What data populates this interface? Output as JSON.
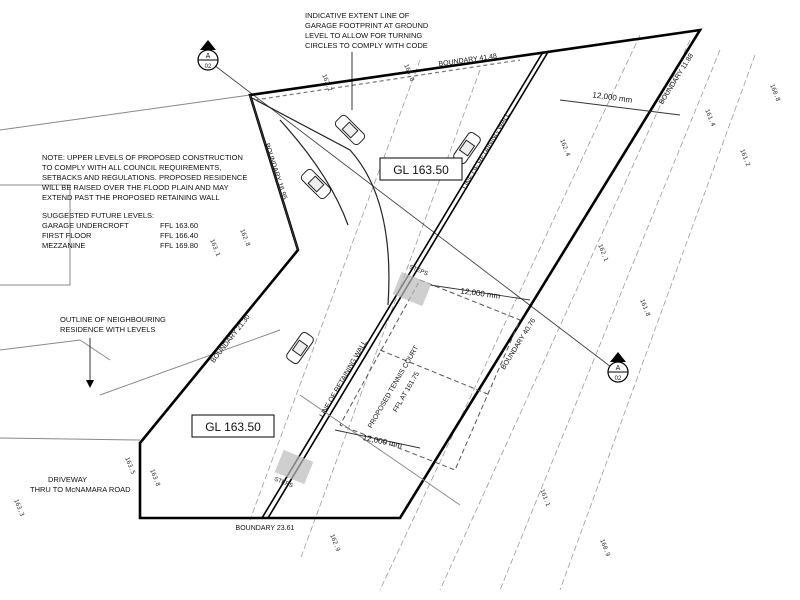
{
  "notes": {
    "extent": [
      "INDICATIVE EXTENT LINE OF",
      "GARAGE FOOTPRINT AT GROUND",
      "LEVEL TO ALLOW FOR TURNING",
      "CIRCLES TO COMPLY WITH CODE"
    ],
    "main": [
      "NOTE: UPPER LEVELS OF PROPOSED CONSTRUCTION",
      "TO COMPLY WITH ALL COUNCIL REQUIREMENTS,",
      "SETBACKS AND REGULATIONS.  PROPOSED RESIDENCE",
      "WILL BE RAISED OVER THE FLOOD PLAIN AND MAY",
      "EXTEND PAST THE PROPOSED RETAINING WALL"
    ],
    "levels_title": "SUGGESTED FUTURE LEVELS:",
    "levels": [
      {
        "name": "GARAGE UNDERCROFT",
        "value": "FFL 163.60"
      },
      {
        "name": "FIRST FLOOR",
        "value": "FFL 166.40"
      },
      {
        "name": "MEZZANINE",
        "value": "FFL 169.80"
      }
    ],
    "neighbour": [
      "OUTLINE OF NEIGHBOURING",
      "RESIDENCE WITH LEVELS"
    ],
    "driveway": [
      "DRIVEWAY",
      "THRU TO McNAMARA ROAD"
    ]
  },
  "boundaries": {
    "top": "BOUNDARY 41.48",
    "right_top": "BOUNDARY 11.88",
    "left": "BOUNDARY 21.30",
    "right": "BOUNDARY 40.76",
    "bottom": "BOUNDARY 23.61",
    "inner": "BOUNDARY 16.95"
  },
  "walls": [
    "LINE OF RETAINING WALL",
    "LINE OF RETAINING WALL"
  ],
  "ground_levels": [
    "GL 163.50",
    "GL 163.50"
  ],
  "tennis": [
    "PROPOSED TENNIS COURT",
    "FFL AT 161.75"
  ],
  "dimensions": [
    "12,000 mm",
    "12,000 mm",
    "12,000 mm"
  ],
  "steps": [
    "STEPS",
    "STEPS"
  ],
  "section_markers": [
    {
      "letter": "A",
      "number": "02"
    },
    {
      "letter": "A",
      "number": "02"
    }
  ],
  "contours": [
    "162.4",
    "162.1",
    "161.8",
    "161.4",
    "161.2",
    "160.8",
    "162.2",
    "163.5",
    "163.3",
    "162.9",
    "163.8",
    "161.1",
    "160.9",
    "162.8",
    "164.0",
    "163.1"
  ]
}
